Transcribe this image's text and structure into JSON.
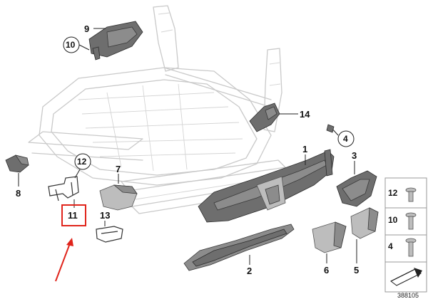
{
  "callouts": {
    "c1": "1",
    "c2": "2",
    "c3": "3",
    "c4": "4",
    "c5": "5",
    "c6": "6",
    "c7": "7",
    "c8": "8",
    "c9": "9",
    "c10": "10",
    "c11": "11",
    "c12": "12",
    "c13": "13",
    "c14": "14"
  },
  "legend": {
    "items": [
      "12",
      "10",
      "4"
    ]
  },
  "doc_number": "388105",
  "colors": {
    "highlight": "#e0241b",
    "part": "#6e6e6e",
    "frame": "#c9c9c9"
  }
}
